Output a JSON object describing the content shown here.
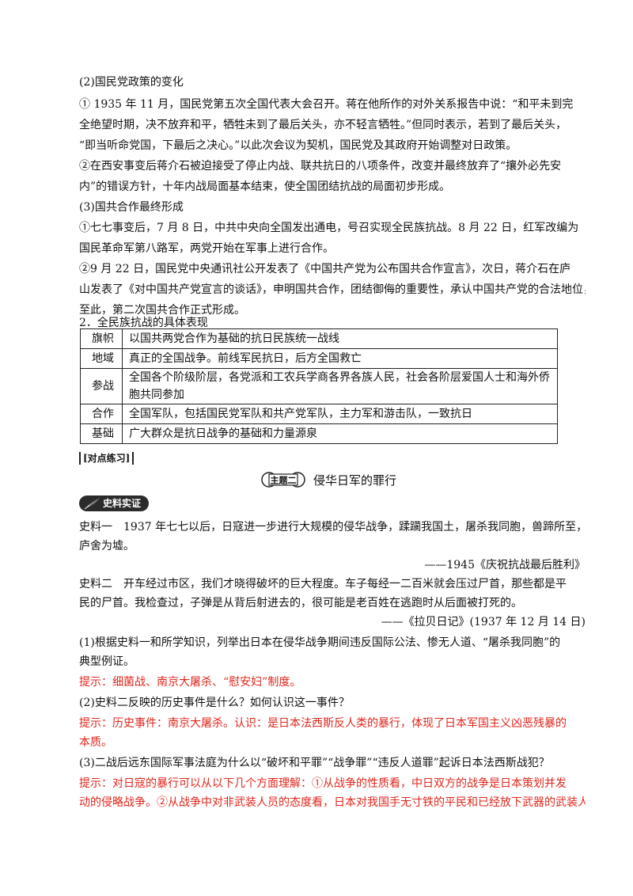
{
  "section_heading": "(2)国民党政策的变化",
  "paragraphs": {
    "p1": [
      "① 1935 年 11 月，国民党第五次全国代表大会召开。蒋在他所作的对外关系报告中说：“和平未到完",
      "全绝望时期，决不放弃和平，牺牲未到了最后关头，亦不轻言牺牲。”但同时表示，若到了最后关头，",
      "“即当听命党国，下最后之决心。”以此次会议为契机，国民党及其政府开始调整对日政策。"
    ],
    "p2": [
      "②在西安事变后蒋介石被迫接受了停止内战、联共抗日的八项条件，改变并最终放弃了“攘外必先安",
      "内”的错误方针，十年内战局面基本结束，使全国团结抗战的局面初步形成。"
    ],
    "heading3": "(3)国共合作最终形成",
    "p3": [
      "①七七事变后，7 月 8 日，中共中央向全国发出通电，号召实现全民族抗战。8 月 22 日，红军改编为",
      "国民革命军第八路军，两党开始在军事上进行合作。"
    ],
    "p4": [
      "②9 月 22 日，国民党中央通讯社公开发表了《中国共产党为公布国共合作宣言》，次日，蒋介石在庐",
      "山发表了《对中国共产党宣言的谈话》，申明国共合作，团结御侮的重要性，承认中国共产党的合法地位，",
      "至此，第二次国共合作正式形成。"
    ],
    "heading_item2": "2．全民族抗战的具体表现"
  },
  "table": {
    "rows": [
      {
        "key": "旗帜",
        "value": "以国共两党合作为基础的抗日民族统一战线"
      },
      {
        "key": "地域",
        "value": "真正的全国战争。前线军民抗日，后方全国救亡"
      },
      {
        "key": "参战",
        "value": "全国各个阶级阶层，各党派和工农兵学商各界各族人民，社会各阶层爱国人士和海外侨胞共同参加"
      },
      {
        "key": "合作",
        "value": "全国军队，包括国民党军队和共产党军队，主力军和游击队，一致抗日"
      },
      {
        "key": "基础",
        "value": "广大群众是抗日战争的基础和力量源泉"
      }
    ]
  },
  "practice_tag": "[对点练习]",
  "theme": {
    "badge_text": "主题二",
    "title": "侵华日军的罪行"
  },
  "source_badge": "史料实证",
  "sources": {
    "s1": [
      "史料一　1937 年七七以后，日寇进一步进行大规模的侵华战争，蹂躏我国土，屠杀我同胞，兽蹄所至，",
      "庐舍为墟。"
    ],
    "s1_cite": "——1945《庆祝抗战最后胜利》",
    "s2": [
      "史料二　开车经过市区，我们才晓得破坏的巨大程度。车子每经一二百米就会压过尸首，那些都是平",
      "民的尸首。我检查过，子弹是从背后射进去的，很可能是老百姓在逃跑时从后面被打死的。"
    ],
    "s2_cite": "——《拉贝日记》(1937 年 12 月 14 日)"
  },
  "questions": {
    "q1": [
      "(1)根据史料一和所学知识，列举出日本在侵华战争期间违反国际公法、惨无人道、“屠杀我同胞”的",
      "典型例证。"
    ],
    "a1": "提示：细菌战、南京大屠杀、“慰安妇”制度。",
    "q2": "(2)史料二反映的历史事件是什么？如何认识这一事件？",
    "a2": [
      "提示：历史事件：南京大屠杀。认识：是日本法西斯反人类的暴行，体现了日本军国主义凶恶残暴的",
      "本质。"
    ],
    "q3": "(3)二战后远东国际军事法庭为什么以“破坏和平罪”“战争罪”“违反人道罪”起诉日本法西斯战犯？",
    "a3": [
      "提示：对日寇的暴行可以从以下几个方面理解：①从战争的性质看，中日双方的战争是日本策划并发",
      "动的侵略战争。②从战争中对非武装人员的态度看，日本对我国手无寸铁的平民和已经放下武器的武装人"
    ]
  }
}
